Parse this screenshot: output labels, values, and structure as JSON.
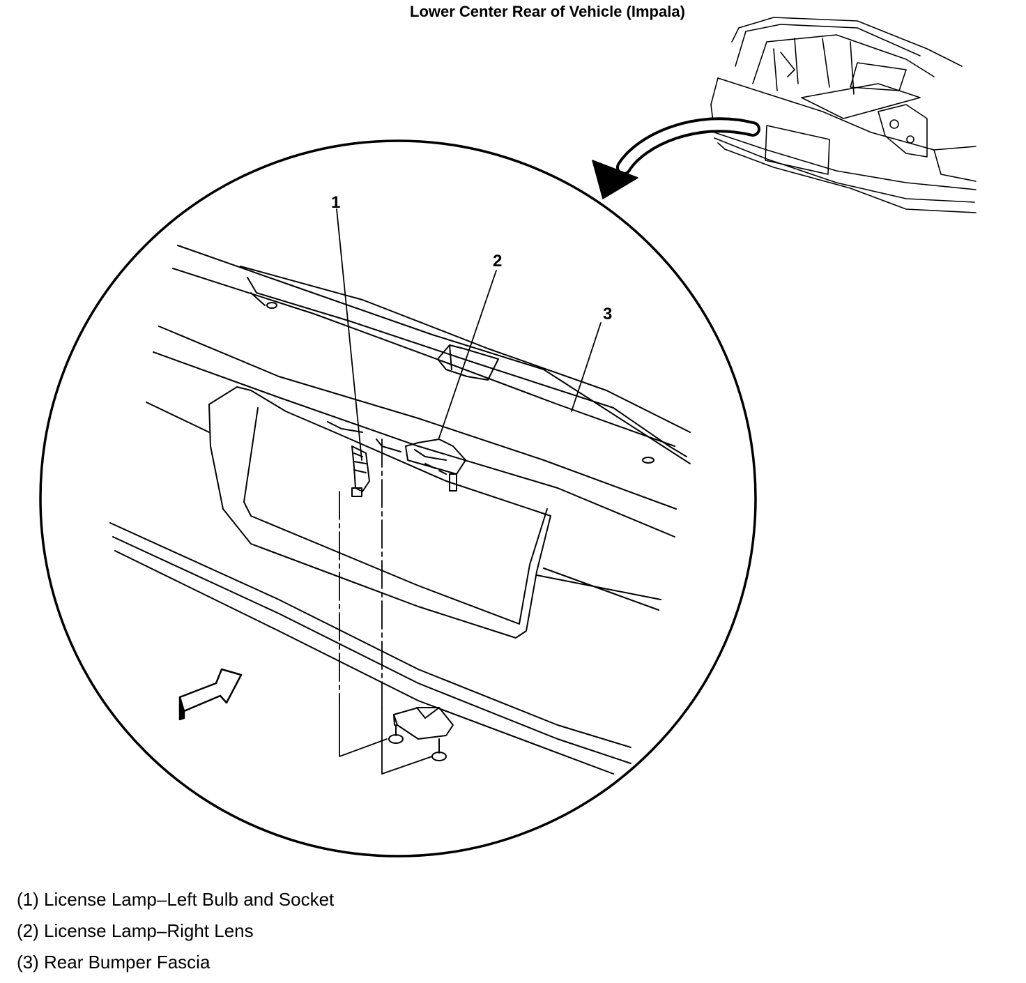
{
  "title": "Lower Center Rear of Vehicle (Impala)",
  "callouts": [
    "1",
    "2",
    "3"
  ],
  "legend": [
    "(1) License Lamp–Left Bulb and Socket",
    "(2) License Lamp–Right Lens",
    "(3) Rear Bumper Fascia"
  ]
}
